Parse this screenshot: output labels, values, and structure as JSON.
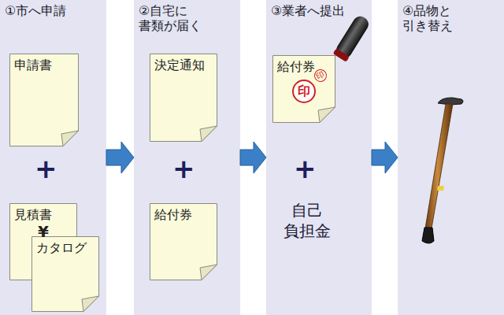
{
  "diagram": {
    "nodes": [
      {
        "text": [
          "①市へ申請"
        ]
      },
      {
        "text": [
          "申請書"
        ],
        "in": 0
      },
      {
        "text": [
          "見積書",
          "¥"
        ],
        "in": 0
      },
      {
        "text": [
          "カタログ"
        ],
        "in": 0
      },
      {
        "text": [
          "②自宅に 書類が届く"
        ]
      },
      {
        "text": [
          "決定通知"
        ],
        "in": 4
      },
      {
        "text": [
          "給付券"
        ],
        "in": 4
      },
      {
        "text": [
          "③業者へ提出"
        ]
      },
      {
        "text": [
          "給付券",
          "印"
        ],
        "in": 7
      },
      {
        "text": [
          "④品物と 引き替え"
        ]
      }
    ],
    "edges": [
      {
        "from": 0,
        "to": 4,
        "arrow": "to"
      },
      {
        "from": 4,
        "to": 7,
        "arrow": "to"
      },
      {
        "from": 7,
        "to": 9,
        "arrow": "to"
      }
    ],
    "labels": [
      "+",
      "+",
      "+",
      "自己 負担金",
      "印"
    ]
  }
}
